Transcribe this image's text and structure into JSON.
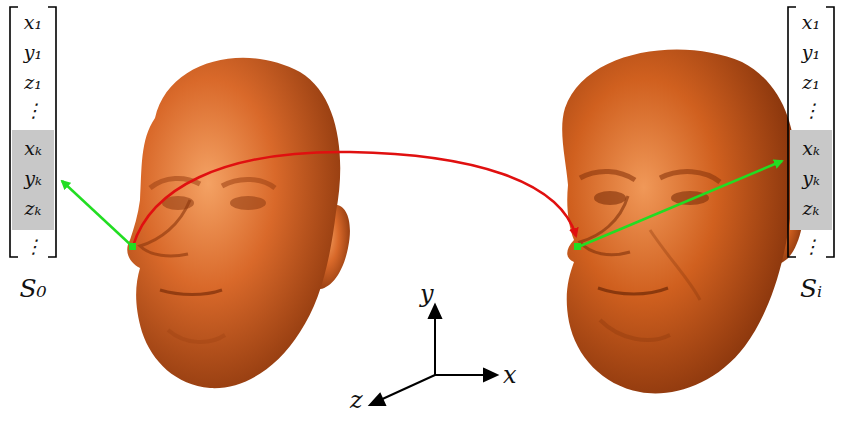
{
  "diagram": {
    "nodes": [
      {
        "text": [
          "x₁",
          "y₁",
          "z₁",
          "⋮",
          "⋮",
          "S₀"
        ]
      },
      {
        "text": [
          "xₖ",
          "yₖ",
          "zₖ"
        ],
        "in": 0
      },
      {
        "text": [
          "x₁",
          "y₁",
          "z₁",
          "⋮",
          "⋮",
          "Sᵢ"
        ]
      },
      {
        "text": [
          "xₖ",
          "yₖ",
          "zₖ"
        ],
        "in": 2
      }
    ],
    "labels": [
      "y",
      "x",
      "z"
    ]
  }
}
